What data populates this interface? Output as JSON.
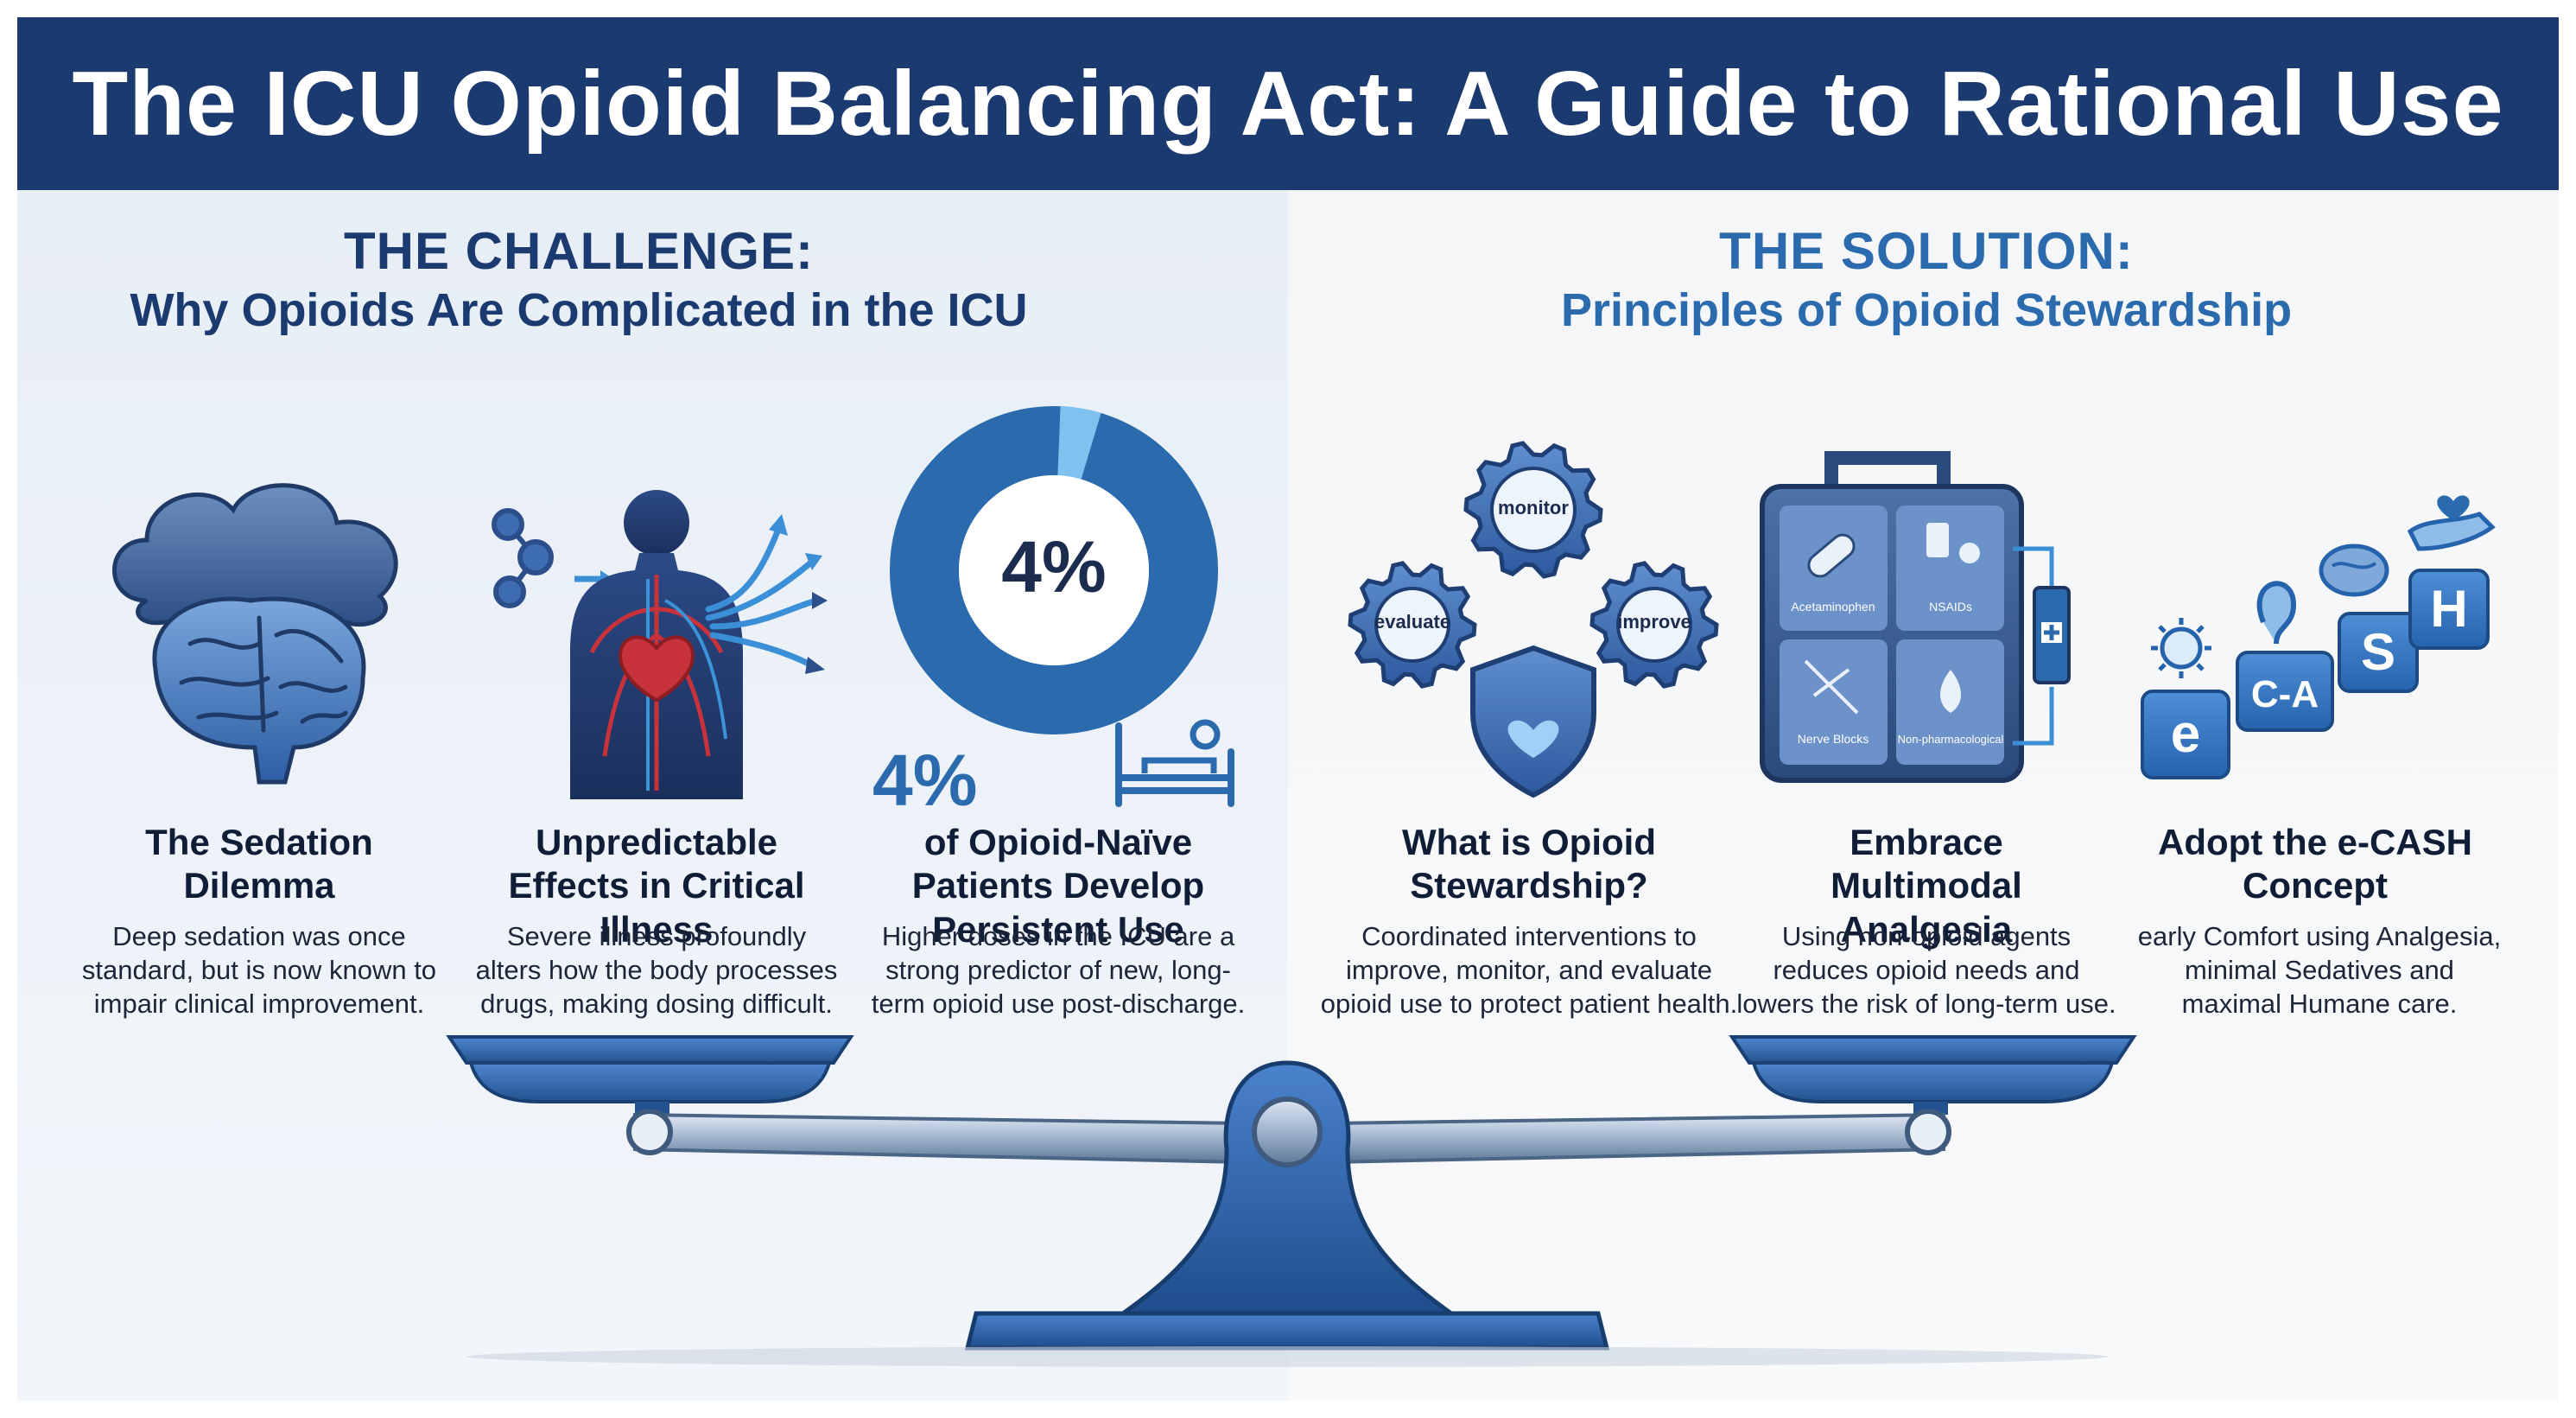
{
  "title": "The ICU Opioid Balancing Act: A Guide to Rational Use",
  "challenge": {
    "heading": "THE CHALLENGE:",
    "subheading": "Why Opioids Are Complicated in the ICU",
    "cards": [
      {
        "title": "The Sedation Dilemma",
        "text": "Deep sedation was once standard, but is now known to impair clinical improvement."
      },
      {
        "title": "Unpredictable Effects in Critical Illness",
        "text": "Severe illness profoundly alters how the body processes drugs, making dosing difficult."
      },
      {
        "title": "of Opioid-Naïve Patients Develop Persistent Use",
        "text": "Higher doses in the ICU are a strong predictor of new, long-term opioid use post-discharge."
      }
    ],
    "donut_percent": 4,
    "donut_label": "4%",
    "stat_label": "4%"
  },
  "solution": {
    "heading": "THE SOLUTION:",
    "subheading": "Principles of Opioid Stewardship",
    "gears": {
      "top": "monitor",
      "left": "evaluate",
      "right": "improve"
    },
    "kit": {
      "cell1": "Acetaminophen",
      "cell2": "NSAIDs",
      "cell3": "Nerve Blocks",
      "cell4": "Non-pharmacological"
    },
    "ecash_blocks": [
      "e",
      "C-A",
      "S",
      "H"
    ],
    "cards": [
      {
        "title": "What is Opioid Stewardship?",
        "text": "Coordinated interventions to improve, monitor, and evaluate opioid use to protect patient health."
      },
      {
        "title": "Embrace Multimodal Analgesia",
        "text": "Using non-opioid agents reduces opioid needs and lowers the risk of long-term use."
      },
      {
        "title": "Adopt the e-CASH Concept",
        "text": "early Comfort using Analgesia, minimal Sedatives and maximal Humane care."
      }
    ]
  },
  "colors": {
    "navy": "#1b3a70",
    "accent_blue": "#2a6aad",
    "scale_blue": "#3f74bd",
    "heart_red": "#c8323a"
  }
}
